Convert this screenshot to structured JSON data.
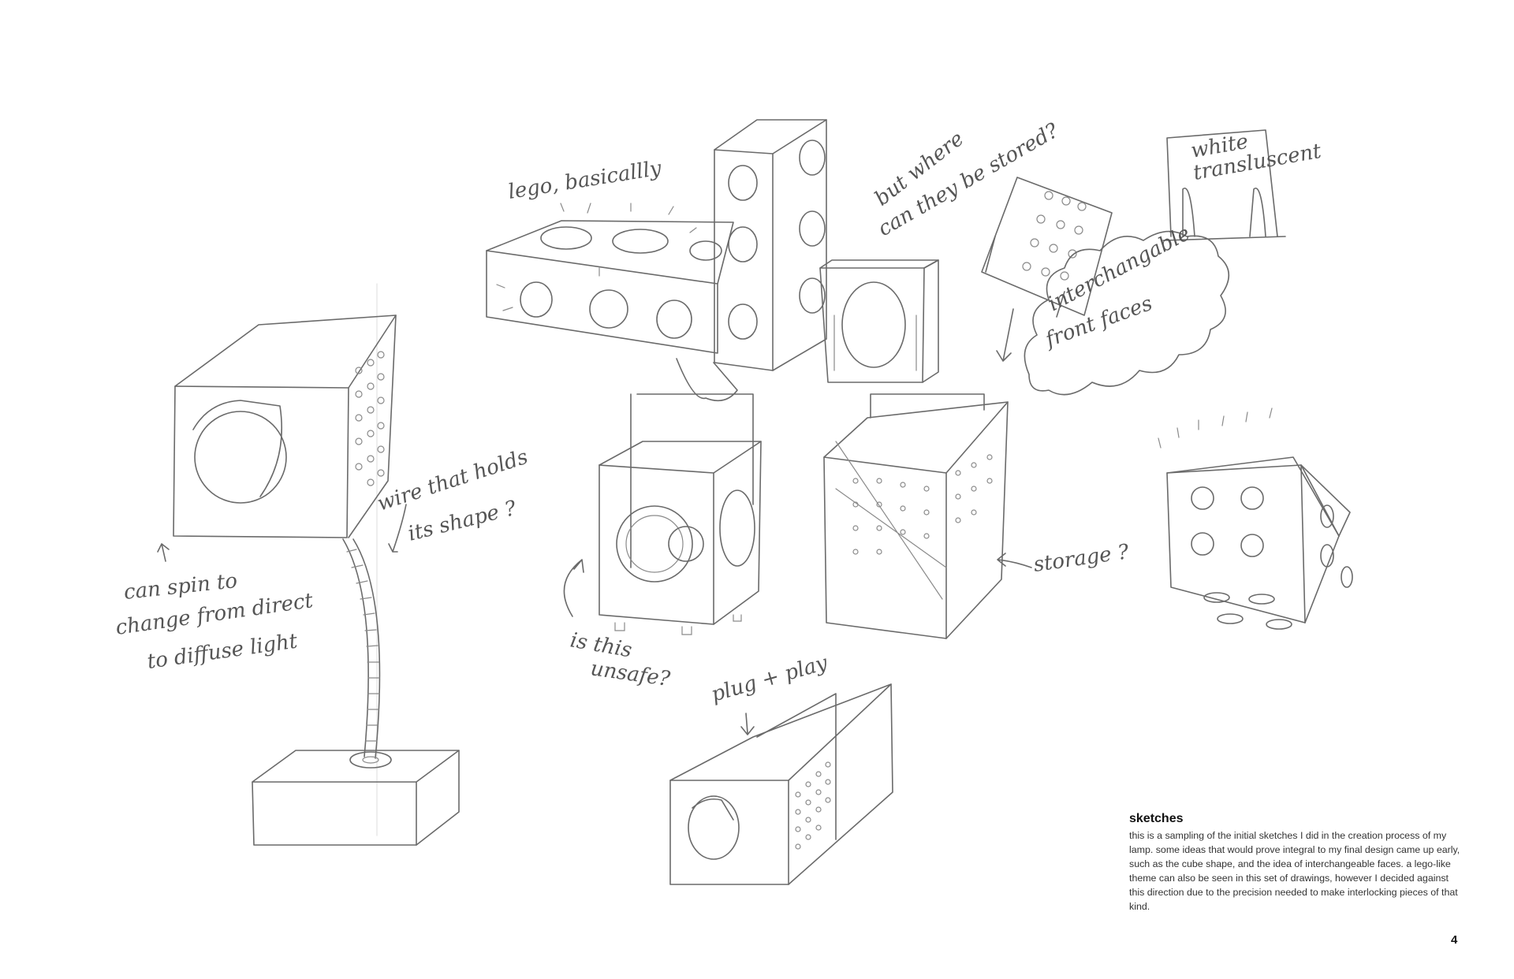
{
  "annotations": {
    "lego": "lego, basicallly",
    "stored_1": "but where",
    "stored_2": "can they be stored?",
    "white_1": "white",
    "white_2": "transluscent",
    "faces_1": "interchangable",
    "faces_2": "front faces",
    "wire_1": "wire that holds",
    "wire_2": "its shape ?",
    "spin_1": "can spin to",
    "spin_2": "change from direct",
    "spin_3": "to diffuse light",
    "unsafe_1": "is this",
    "unsafe_2": "unsafe?",
    "storage": "storage ?",
    "plug": "plug + play"
  },
  "caption": {
    "title": "sketches",
    "body": "this is a sampling of the initial sketches I did in the creation process of my lamp. some ideas that would prove integral to my final design came up early, such as the cube shape, and the idea of interchangeable faces. a lego-like theme can also be seen in this set of drawings, however I decided against this direction due to the precision needed to make interlocking pieces of that kind."
  },
  "page_number": "4"
}
